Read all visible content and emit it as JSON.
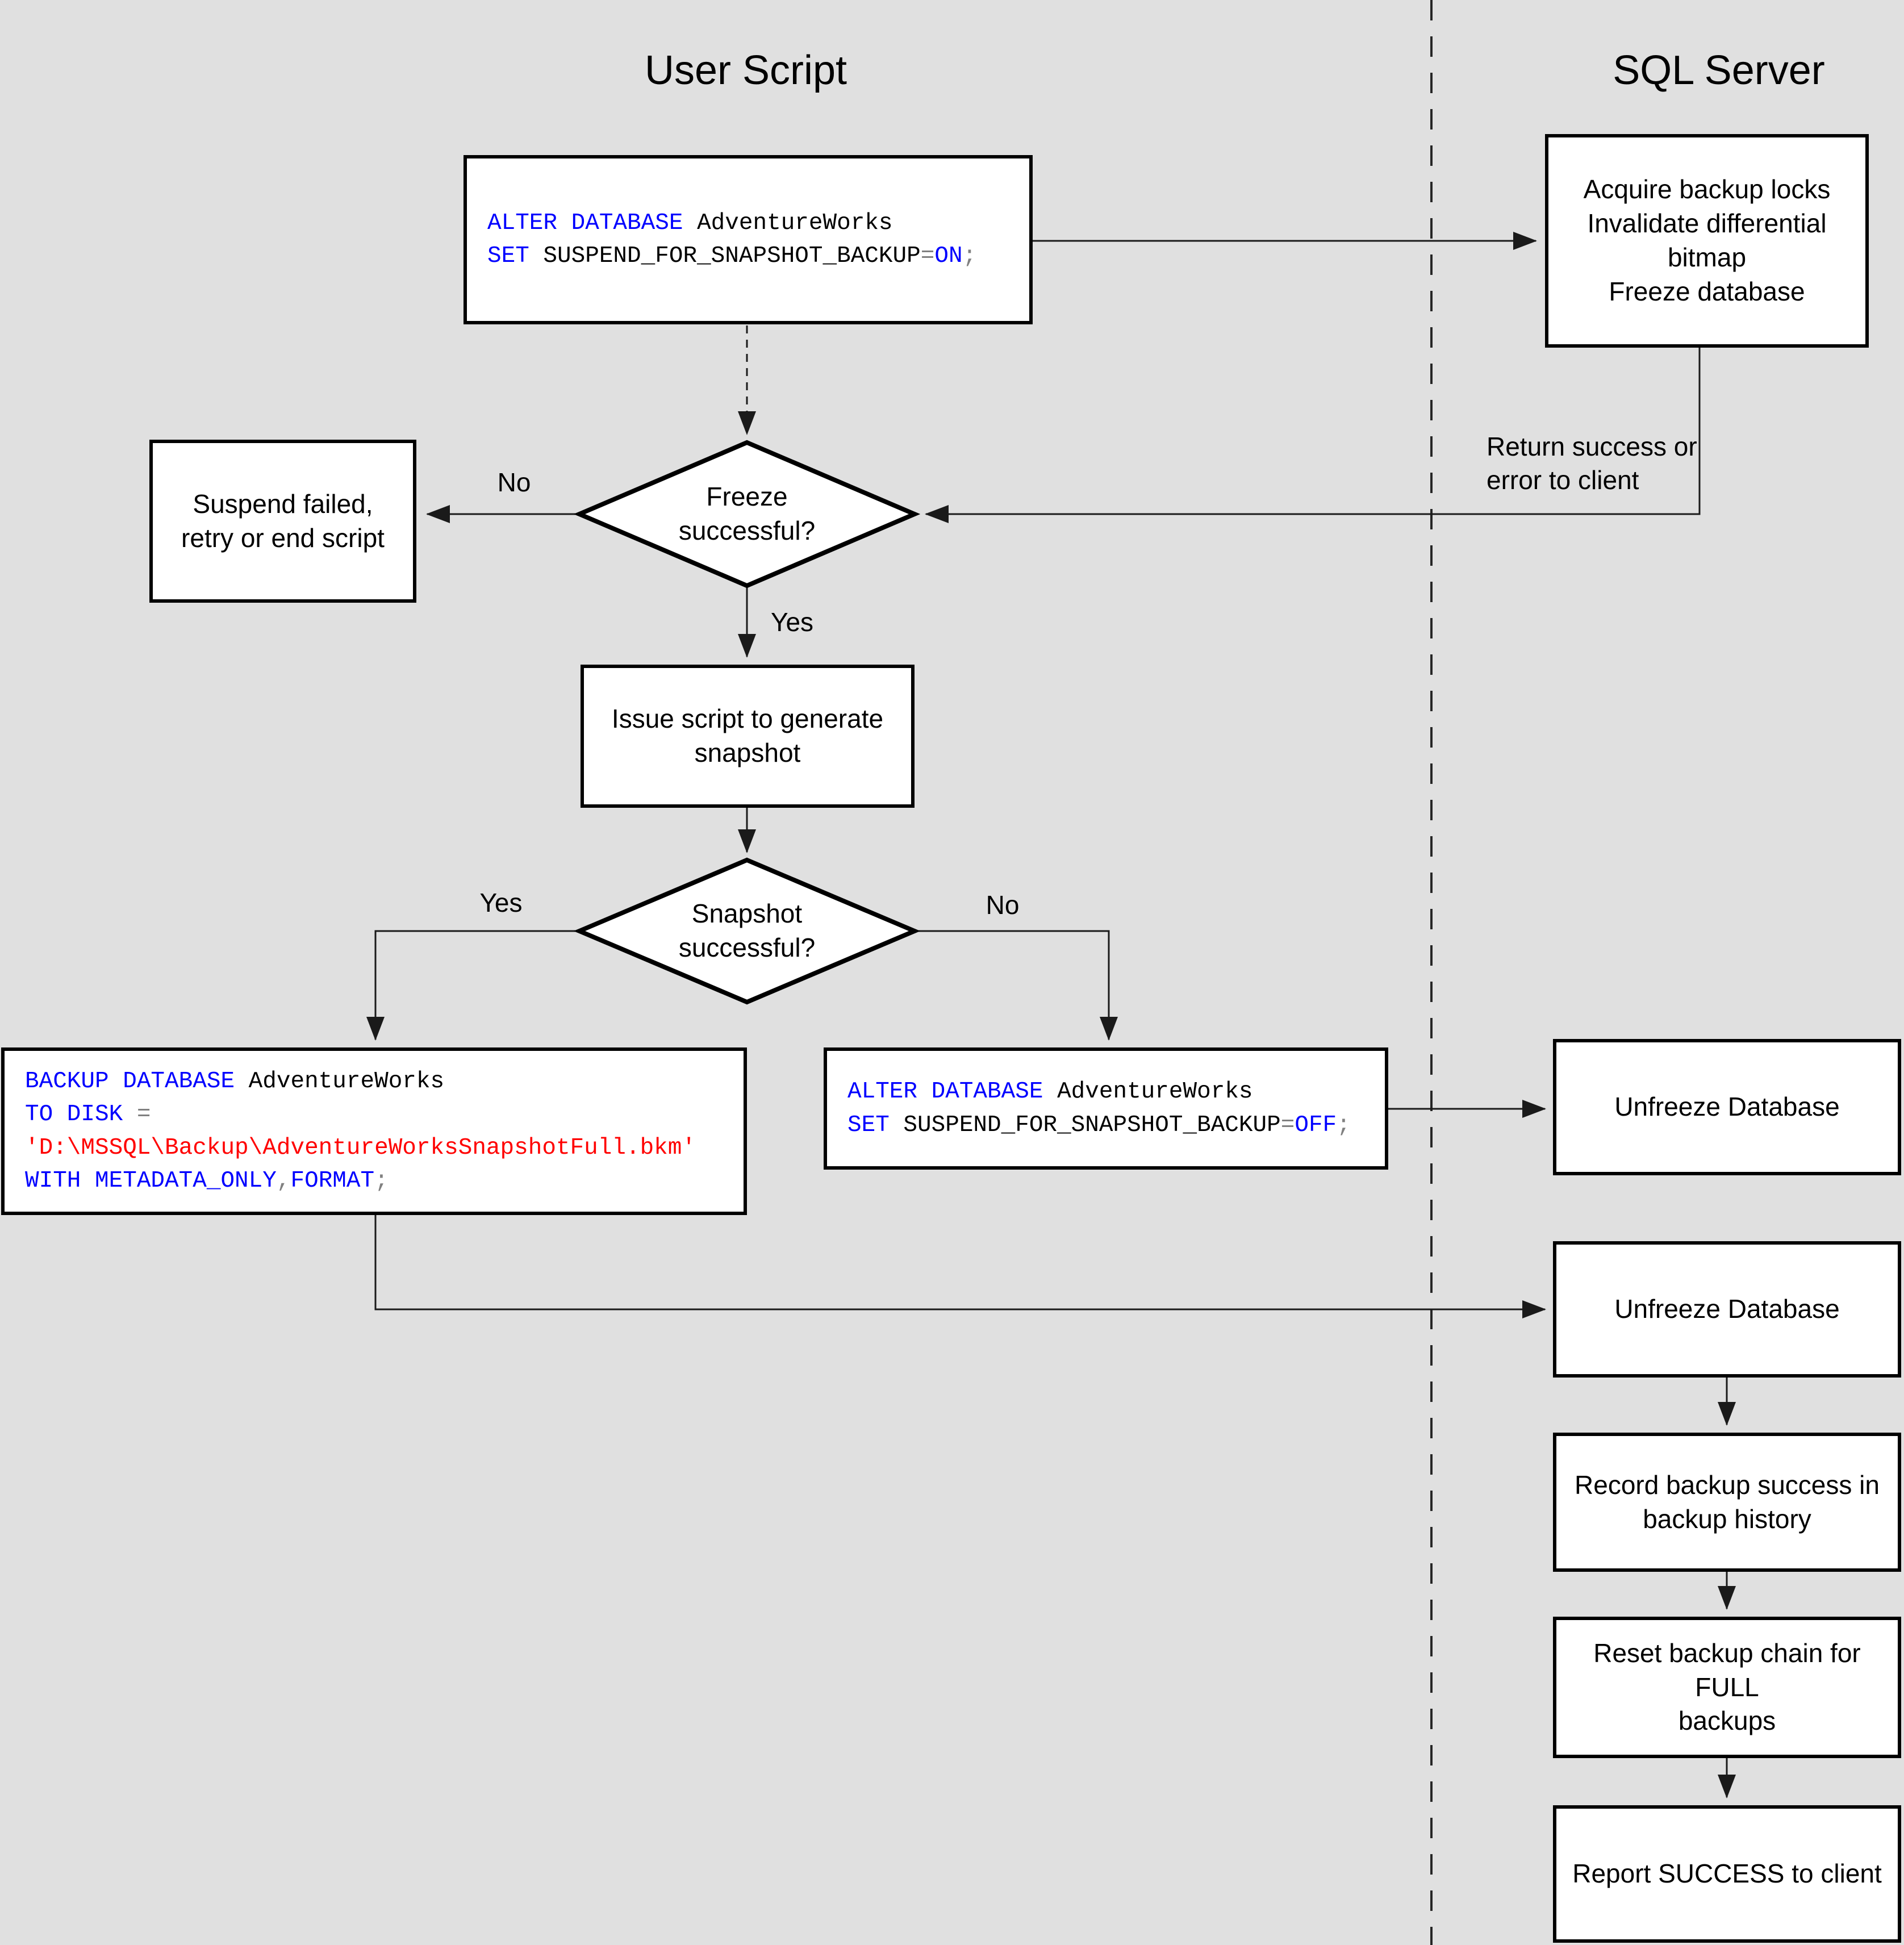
{
  "page": {
    "background": "#e0e0e0"
  },
  "columns": {
    "left_title": "User Script",
    "right_title": "SQL Server"
  },
  "colors": {
    "page_bg": "#e0e0e0",
    "keyword": "#0000ff",
    "identifier": "#000000",
    "operator": "#808080",
    "string": "#ff0000",
    "box_fill": "#ffffff",
    "box_border": "#000000",
    "line": "#1a1a1a"
  },
  "nodes": {
    "alter_on": {
      "line1": {
        "kw": "ALTER DATABASE",
        "plain": " AdventureWorks"
      },
      "line2": {
        "kw": "SET",
        "plain": " SUSPEND_FOR_SNAPSHOT_BACKUP",
        "op1": "=",
        "kw2": "ON",
        "op2": ";"
      }
    },
    "acquire": {
      "lines": [
        "Acquire backup locks",
        "Invalidate differential bitmap",
        "Freeze database"
      ]
    },
    "suspend_failed": {
      "lines": [
        "Suspend failed,",
        "retry or end script"
      ]
    },
    "freeze_decision": {
      "lines": [
        "Freeze",
        "successful?"
      ]
    },
    "issue_script": {
      "lines": [
        "Issue script to generate",
        "snapshot"
      ]
    },
    "snapshot_decision": {
      "lines": [
        "Snapshot",
        "successful?"
      ]
    },
    "backup_cmd": {
      "line1": {
        "kw": "BACKUP DATABASE",
        "plain": " AdventureWorks"
      },
      "line2": {
        "kw": "TO DISK",
        "op1": " ="
      },
      "line3": {
        "str": "'D:\\MSSQL\\Backup\\AdventureWorksSnapshotFull.bkm'"
      },
      "line4": {
        "kw": "WITH METADATA_ONLY",
        "op1": ",",
        "kw2": "FORMAT",
        "op2": ";"
      }
    },
    "alter_off": {
      "line1": {
        "kw": "ALTER DATABASE",
        "plain": " AdventureWorks"
      },
      "line2": {
        "kw": "SET",
        "plain": " SUSPEND_FOR_SNAPSHOT_BACKUP",
        "op1": "=",
        "kw2": "OFF",
        "op2": ";"
      }
    },
    "unfreeze_db_1": {
      "label": "Unfreeze Database"
    },
    "unfreeze_db_2": {
      "label": "Unfreeze Database"
    },
    "record_history": {
      "lines": [
        "Record backup success in",
        "backup history"
      ]
    },
    "reset_chain": {
      "lines": [
        "Reset backup chain for FULL",
        "backups"
      ]
    },
    "report_success": {
      "label": "Report SUCCESS to client"
    }
  },
  "edge_labels": {
    "freeze_no": "No",
    "freeze_yes": "Yes",
    "snapshot_yes": "Yes",
    "snapshot_no": "No",
    "return_status": {
      "lines": [
        "Return success or",
        "error to client"
      ]
    }
  }
}
